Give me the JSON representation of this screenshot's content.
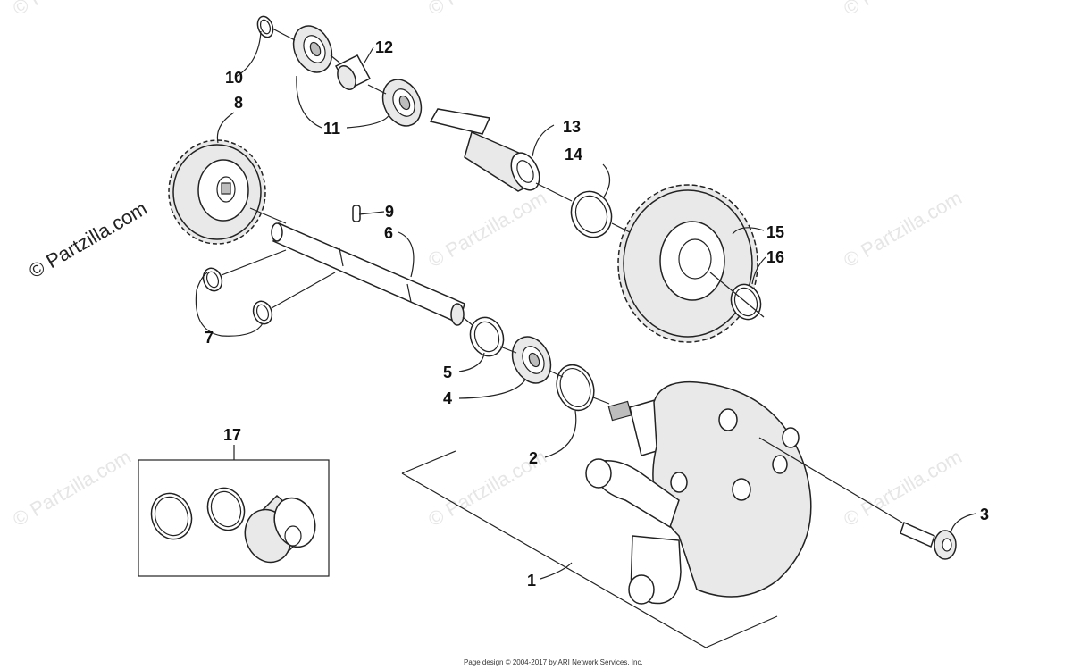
{
  "watermark": "© Partzilla.com",
  "side_watermark": "© Partzilla.com",
  "callouts": [
    "1",
    "2",
    "3",
    "4",
    "5",
    "6",
    "7",
    "8",
    "9",
    "10",
    "11",
    "12",
    "13",
    "14",
    "15",
    "16",
    "17"
  ],
  "footer_credit": "Page design © 2004-2017 by ARI Network Services, Inc."
}
